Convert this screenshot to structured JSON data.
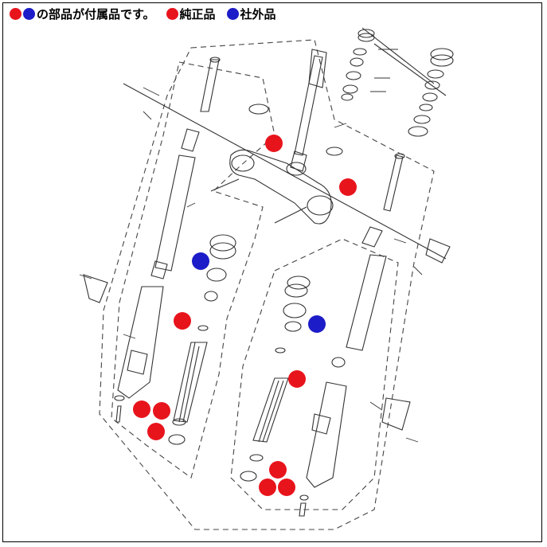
{
  "legend": {
    "intro_text": "の部品が付属品です。",
    "genuine_label": "純正品",
    "aftermarket_label": "社外品"
  },
  "colors": {
    "genuine": "#e8141c",
    "aftermarket": "#1c1cc8",
    "line": "#333333"
  },
  "markers": [
    {
      "type": "genuine",
      "id": "m1"
    },
    {
      "type": "genuine",
      "id": "m2"
    },
    {
      "type": "aftermarket",
      "id": "m3"
    },
    {
      "type": "genuine",
      "id": "m4"
    },
    {
      "type": "aftermarket",
      "id": "m5"
    },
    {
      "type": "genuine",
      "id": "m6"
    },
    {
      "type": "genuine",
      "id": "m7"
    },
    {
      "type": "genuine",
      "id": "m8"
    },
    {
      "type": "genuine",
      "id": "m9"
    },
    {
      "type": "genuine",
      "id": "m10"
    },
    {
      "type": "genuine",
      "id": "m11"
    },
    {
      "type": "genuine",
      "id": "m12"
    }
  ]
}
